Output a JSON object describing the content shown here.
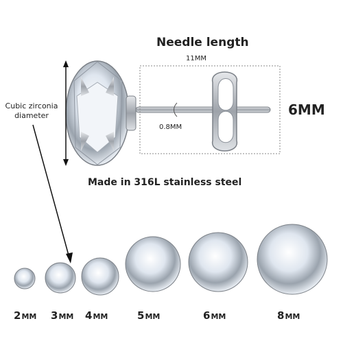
{
  "labels": {
    "needle_length_title": "Needle length",
    "needle_length_value": "11MM",
    "back_width": "6MM",
    "needle_diameter": "0.8MM",
    "diameter_line1": "Cubic zirconia",
    "diameter_line2": "diameter",
    "material": "Made in 316L stainless steel"
  },
  "sizes": [
    {
      "num": "2",
      "unit": "MM"
    },
    {
      "num": "3",
      "unit": "MM"
    },
    {
      "num": "4",
      "unit": "MM"
    },
    {
      "num": "5",
      "unit": "MM"
    },
    {
      "num": "6",
      "unit": "MM"
    },
    {
      "num": "8",
      "unit": "MM"
    }
  ],
  "colors": {
    "metal": "#b9bcc2",
    "metal_dark": "#7b8087",
    "gem": "#dfe6ef",
    "text": "#222222",
    "arrow": "#111111"
  }
}
